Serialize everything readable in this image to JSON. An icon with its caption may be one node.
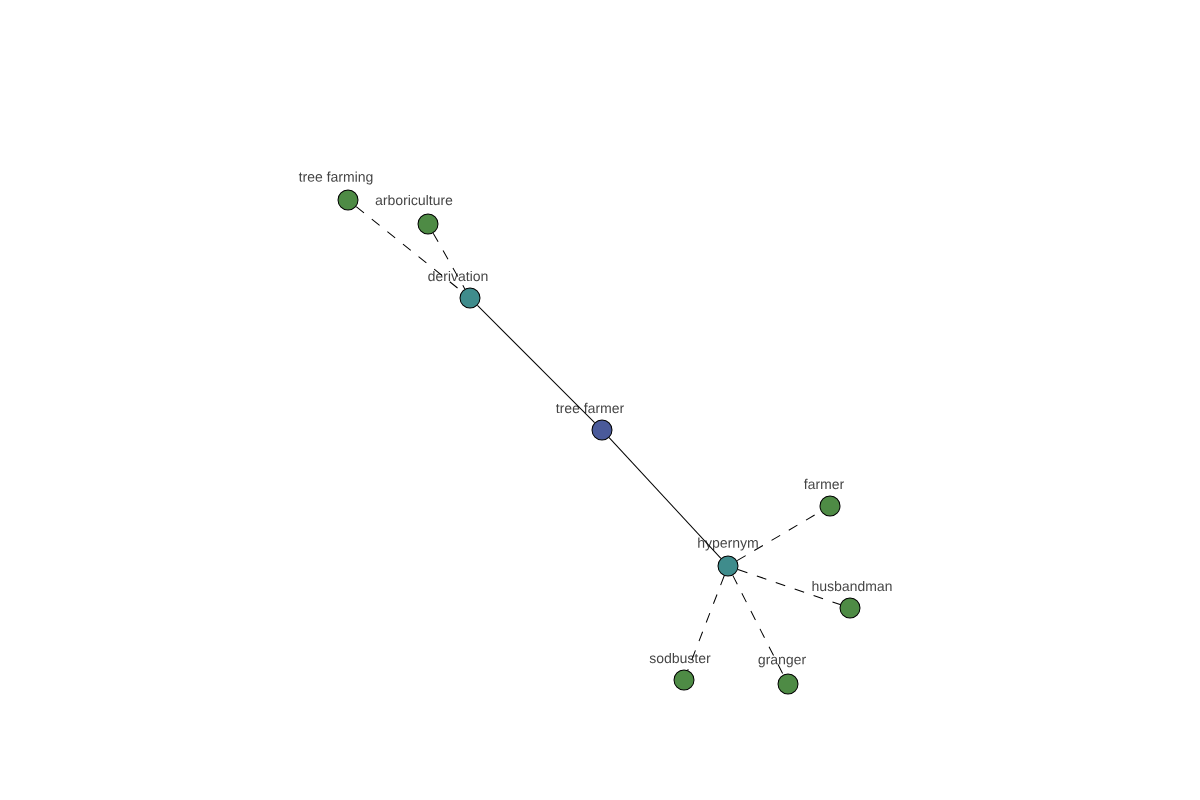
{
  "diagram": {
    "nodes": [
      {
        "text": [
          "tree farming"
        ]
      },
      {
        "text": [
          "arboriculture"
        ]
      },
      {
        "text": [
          "derivation"
        ]
      },
      {
        "text": [
          "tree farmer"
        ]
      },
      {
        "text": [
          "farmer"
        ]
      },
      {
        "text": [
          "hypernym"
        ]
      },
      {
        "text": [
          "husbandman"
        ]
      },
      {
        "text": [
          "sodbuster"
        ]
      },
      {
        "text": [
          "granger"
        ]
      }
    ],
    "edges": [
      {
        "from": 0,
        "to": 2,
        "arrow": "none",
        "style": "dashed"
      },
      {
        "from": 1,
        "to": 2,
        "arrow": "none",
        "style": "dashed"
      },
      {
        "from": 2,
        "to": 3,
        "arrow": "none"
      },
      {
        "from": 3,
        "to": 5,
        "arrow": "none"
      },
      {
        "from": 5,
        "to": 4,
        "arrow": "none",
        "style": "dashed"
      },
      {
        "from": 5,
        "to": 6,
        "arrow": "none",
        "style": "dashed"
      },
      {
        "from": 5,
        "to": 7,
        "arrow": "none",
        "style": "dashed"
      },
      {
        "from": 5,
        "to": 8,
        "arrow": "none",
        "style": "dashed"
      }
    ]
  }
}
